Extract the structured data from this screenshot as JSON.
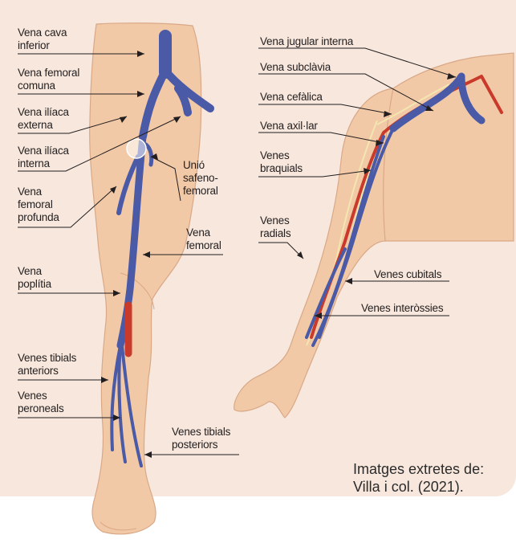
{
  "labels": {
    "vena_cava_inferior": "Vena cava\ninferior",
    "vena_femoral_comuna": "Vena femoral\ncomuna",
    "vena_iliaca_externa": "Vena ilíaca\nexterna",
    "vena_iliaca_interna": "Vena ilíaca\ninterna",
    "vena_femoral_profunda": "Vena\nfemoral\nprofunda",
    "unio_safenofemoral": "Unió\nsafeno-\nfemoral",
    "vena_femoral": "Vena\nfemoral",
    "vena_poplitia": "Vena\npoplítia",
    "venes_tibials_anteriors": "Venes tibials\nanteriors",
    "venes_peroneals": "Venes\nperoneals",
    "venes_tibials_posteriors": "Venes tibials\nposteriors",
    "vena_jugular_interna": "Vena jugular interna",
    "vena_subclavia": "Vena subclàvia",
    "vena_cefalica": "Vena cefàlica",
    "vena_axillar": "Vena axil·lar",
    "venes_braquials": "Venes\nbraquials",
    "venes_radials": "Venes\nradials",
    "venes_cubitals": "Venes cubitals",
    "venes_interossies": "Venes interòssies"
  },
  "credit": "Imatges extretes de:\nVilla i col. (2021).",
  "colors": {
    "background": "#f7e7dc",
    "skin": "#f2c9a6",
    "vein": "#4a5aa6",
    "artery": "#c93a2a",
    "nerve": "#f3e6b0"
  }
}
